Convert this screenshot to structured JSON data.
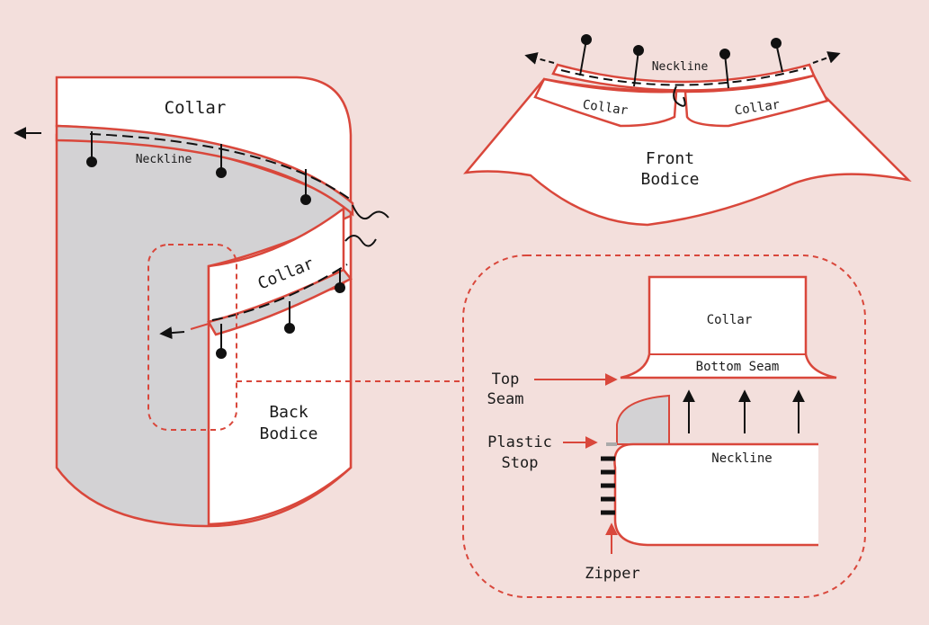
{
  "colors": {
    "background": "#f3dfdc",
    "outline": "#d9473b",
    "fabric_inside": "#d3d2d4",
    "fabric_face": "#ffffff",
    "stitch": "#111111"
  },
  "back_view": {
    "collar_top": "Collar",
    "neckline": "Neckline",
    "collar_inner": "Collar",
    "bodice_line1": "Back",
    "bodice_line2": "Bodice"
  },
  "front_view": {
    "neckline": "Neckline",
    "collar_left": "Collar",
    "collar_right": "Collar",
    "bodice_line1": "Front",
    "bodice_line2": "Bodice"
  },
  "detail": {
    "collar": "Collar",
    "bottom_seam": "Bottom Seam",
    "top_seam_line1": "Top",
    "top_seam_line2": "Seam",
    "plastic_stop_line1": "Plastic",
    "plastic_stop_line2": "Stop",
    "neckline": "Neckline",
    "zipper": "Zipper"
  }
}
